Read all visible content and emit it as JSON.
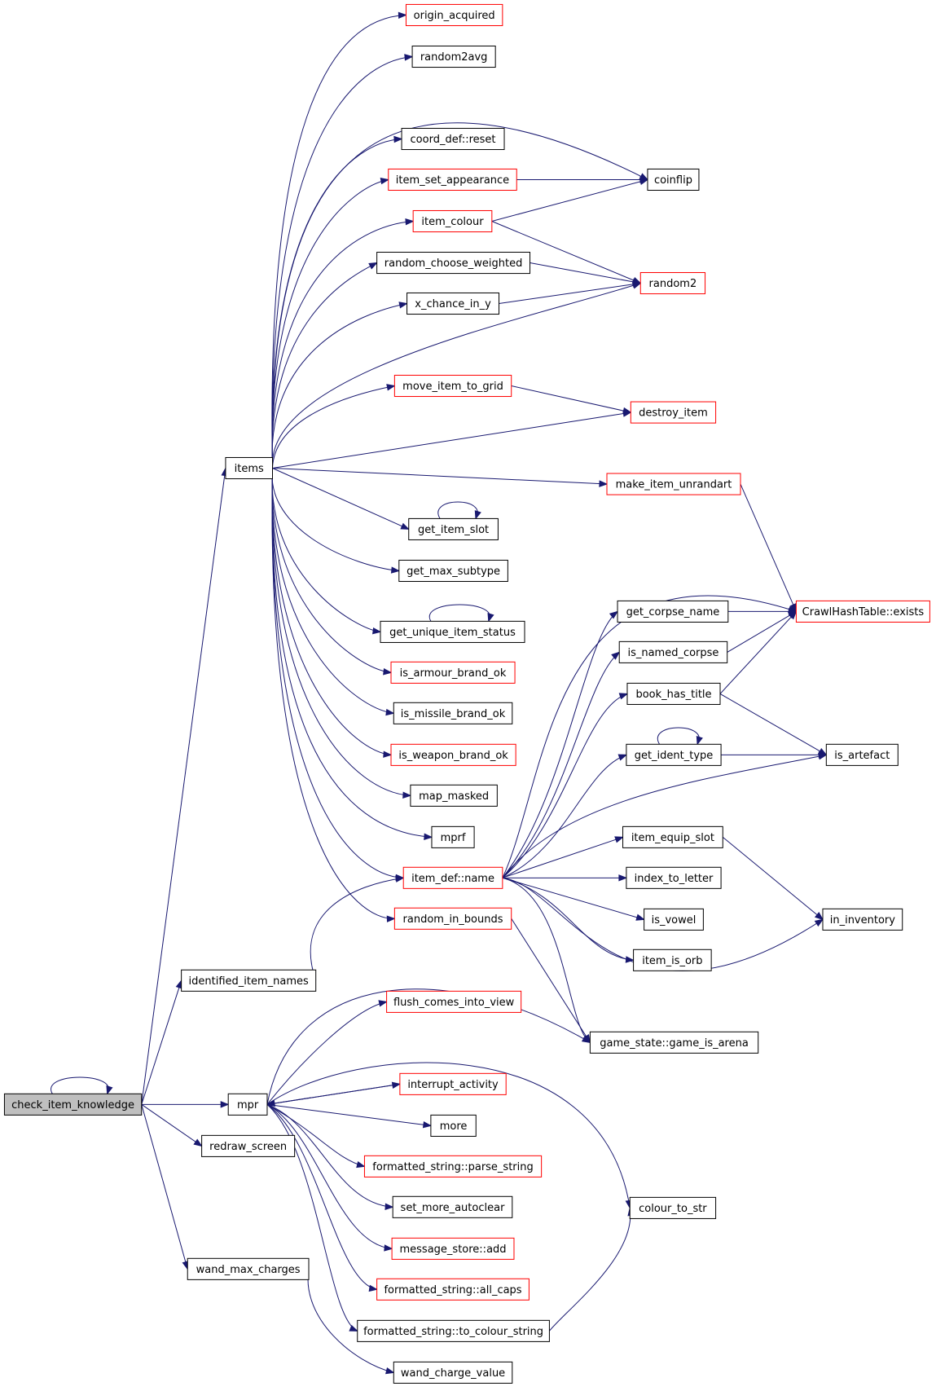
{
  "colors": {
    "edge": "#191970",
    "documented_border": "#ff0000",
    "plain_border": "#000000",
    "root_fill": "#bfbfbf"
  },
  "nodes": {
    "check_item_knowledge": "check_item_knowledge",
    "items": "items",
    "identified_item_names": "identified_item_names",
    "mpr": "mpr",
    "redraw_screen": "redraw_screen",
    "wand_max_charges": "wand_max_charges",
    "origin_acquired": "origin_acquired",
    "random2avg": "random2avg",
    "coord_def_reset": "coord_def::reset",
    "item_set_appearance": "item_set_appearance",
    "item_colour": "item_colour",
    "random_choose_weighted": "random_choose_weighted",
    "x_chance_in_y": "x_chance_in_y",
    "move_item_to_grid": "move_item_to_grid",
    "get_item_slot": "get_item_slot",
    "get_max_subtype": "get_max_subtype",
    "get_unique_item_status": "get_unique_item_status",
    "is_armour_brand_ok": "is_armour_brand_ok",
    "is_missile_brand_ok": "is_missile_brand_ok",
    "is_weapon_brand_ok": "is_weapon_brand_ok",
    "map_masked": "map_masked",
    "mprf": "mprf",
    "item_def_name": "item_def::name",
    "random_in_bounds": "random_in_bounds",
    "flush_comes_into_view": "flush_comes_into_view",
    "interrupt_activity": "interrupt_activity",
    "more": "more",
    "formatted_string_parse_string": "formatted_string::parse_string",
    "set_more_autoclear": "set_more_autoclear",
    "message_store_add": "message_store::add",
    "formatted_string_all_caps": "formatted_string::all_caps",
    "formatted_string_to_colour_string": "formatted_string::to_colour_string",
    "wand_charge_value": "wand_charge_value",
    "coinflip": "coinflip",
    "random2": "random2",
    "destroy_item": "destroy_item",
    "make_item_unrandart": "make_item_unrandart",
    "get_corpse_name": "get_corpse_name",
    "is_named_corpse": "is_named_corpse",
    "book_has_title": "book_has_title",
    "get_ident_type": "get_ident_type",
    "item_equip_slot": "item_equip_slot",
    "index_to_letter": "index_to_letter",
    "is_vowel": "is_vowel",
    "item_is_orb": "item_is_orb",
    "game_state_game_is_arena": "game_state::game_is_arena",
    "colour_to_str": "colour_to_str",
    "crawlhashtable_exists": "CrawlHashTable::exists",
    "is_artefact": "is_artefact",
    "in_inventory": "in_inventory"
  }
}
